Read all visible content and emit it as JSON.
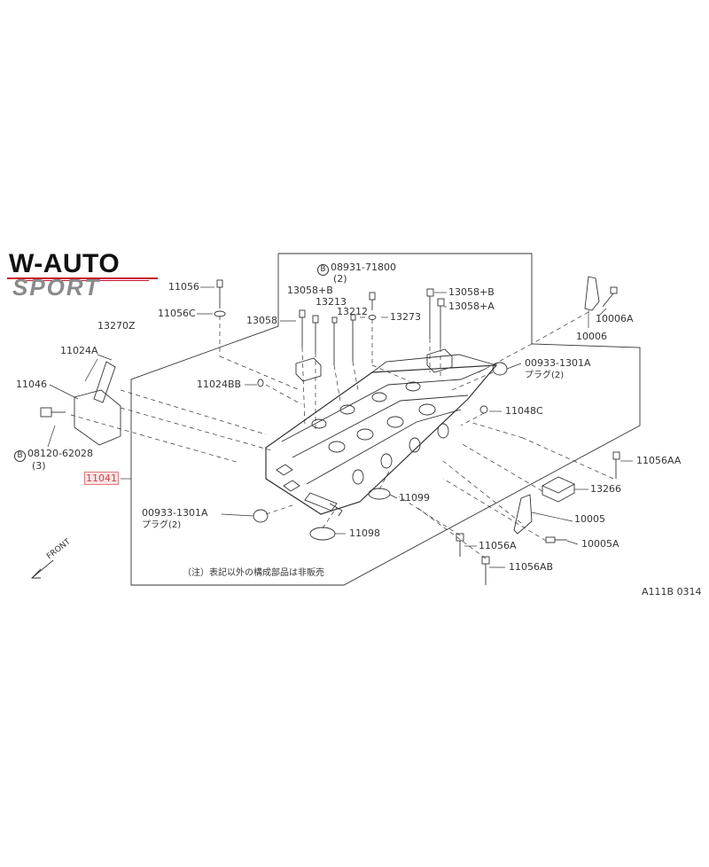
{
  "logo": {
    "main": "W-AUTO",
    "sub": "SPORT",
    "accent_color": "#c8102e"
  },
  "labels": {
    "p11056": "11056",
    "p11056C": "11056C",
    "p13270Z": "13270Z",
    "p11024A": "11024A",
    "p11046": "11046",
    "p08120_62028": "08120-62028",
    "p08120_qty": "(3)",
    "p11041": "11041",
    "p00933_1301A_left": "00933-1301A",
    "plug_left": "プラグ(2)",
    "p11024BB": "11024BB",
    "p13058": "13058",
    "p13058B_left": "13058+B",
    "p13213": "13213",
    "p13212": "13212",
    "p08931_71800": "08931-71800",
    "p08931_qty": "(2)",
    "p13273": "13273",
    "p13058B_right": "13058+B",
    "p13058A": "13058+A",
    "p10006": "10006",
    "p10006A": "10006A",
    "p00933_1301A_right": "00933-1301A",
    "plug_right": "プラグ(2)",
    "p11048C": "11048C",
    "p11056AA": "11056AA",
    "p13266": "13266",
    "p11099": "11099",
    "p10005": "10005",
    "p10005A": "10005A",
    "p11056A": "11056A",
    "p11098": "11098",
    "p11056AB": "11056AB",
    "note": "（注）表記以外の構成部品は非販売",
    "front": "FRONT",
    "diagram_code": "A111B 0314",
    "circle_b": "B"
  },
  "colors": {
    "line": "#333333",
    "highlight": "#c44444"
  }
}
